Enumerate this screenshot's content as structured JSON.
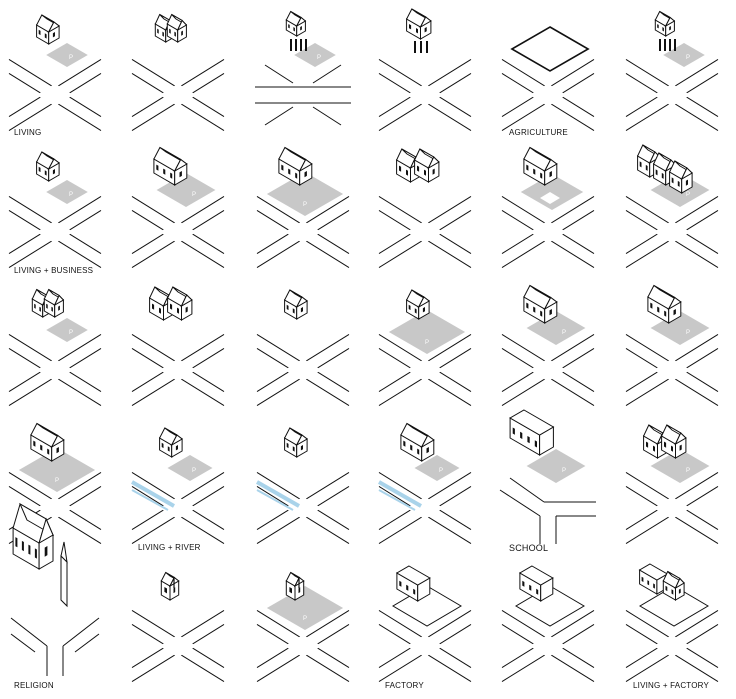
{
  "colors": {
    "ink": "#111111",
    "lot": "#c8c8c8",
    "river": "#a9d3ea",
    "paper": "#ffffff"
  },
  "parking_mark": "P",
  "labels": {
    "living": "LIVING",
    "agriculture": "AGRICULTURE",
    "living_business": "LIVING + BUSINESS",
    "living_river": "LIVING + RIVER",
    "school": "SCHOOL",
    "religion": "RELIGION",
    "factory": "FACTORY",
    "living_factory": "LIVING + FACTORY"
  },
  "grid": {
    "rows": 5,
    "columns": 6
  }
}
